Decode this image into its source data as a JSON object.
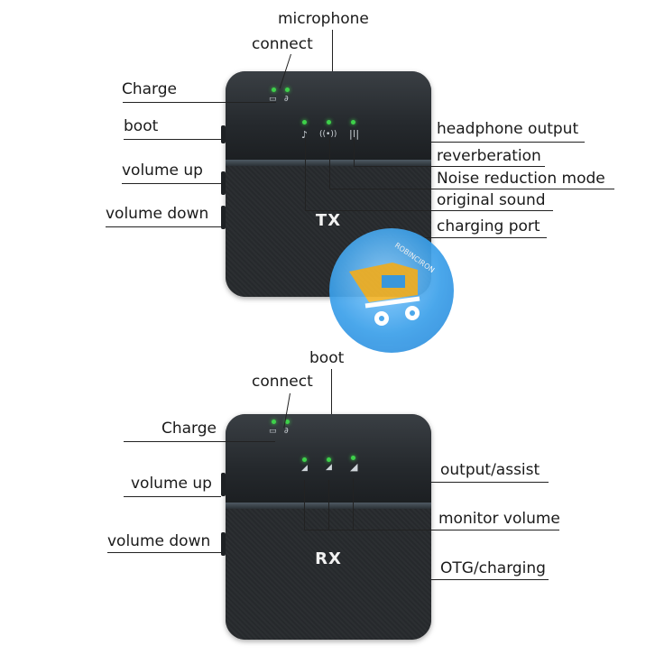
{
  "tx": {
    "name": "TX",
    "labels": {
      "microphone": "microphone",
      "connect": "connect",
      "charge": "Charge",
      "boot": "boot",
      "volume_up": "volume up",
      "volume_down": "volume down",
      "headphone_output": "headphone output",
      "reverberation": "reverberation",
      "noise_reduction_mode": "Noise reduction mode",
      "original_sound": "original sound",
      "charging_port": "charging port"
    }
  },
  "rx": {
    "name": "RX",
    "labels": {
      "boot": "boot",
      "connect": "connect",
      "charge": "Charge",
      "volume_up": "volume up",
      "volume_down": "volume down",
      "output_assist": "output/assist",
      "monitor_volume": "monitor volume",
      "otg_charging": "OTG/charging"
    }
  },
  "watermark": {
    "text": "ROBINCIRON"
  },
  "colors": {
    "led": "#3ed14a",
    "device": "#2a2d30",
    "watermark": "#3ba0ea",
    "logo": "#f5b82e"
  }
}
